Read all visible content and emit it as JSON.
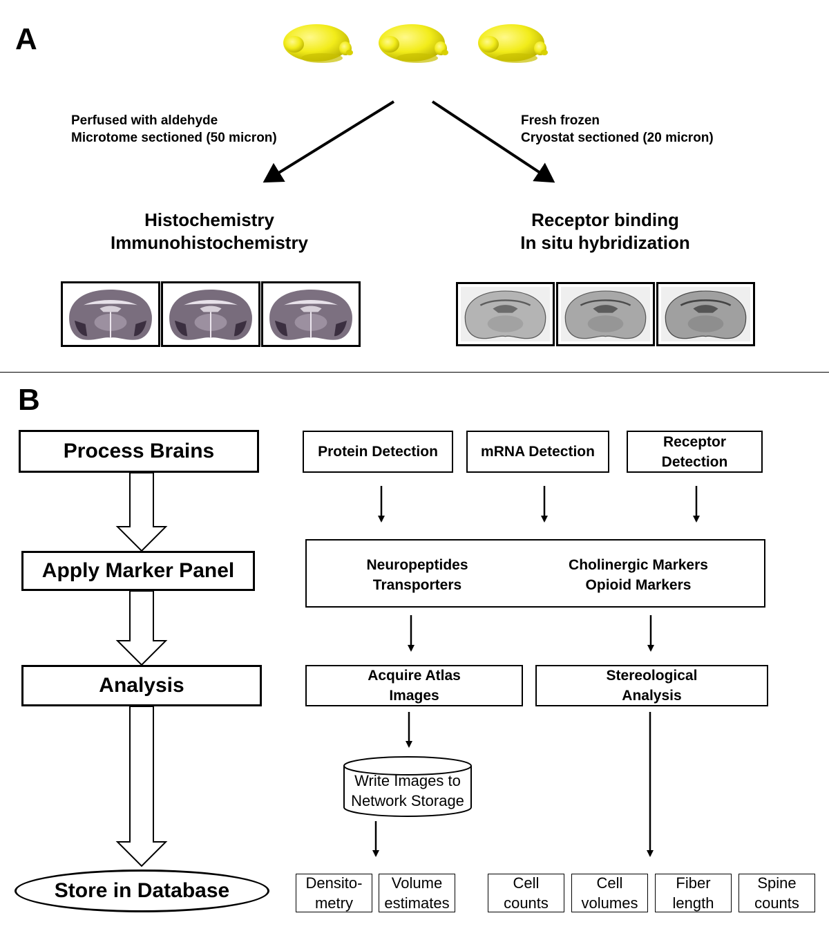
{
  "panel_a": {
    "letter": "A",
    "left_caption": [
      "Perfused with aldehyde",
      "Microtome sectioned (50 micron)"
    ],
    "right_caption": [
      "Fresh frozen",
      "Cryostat sectioned (20 micron)"
    ],
    "left_title": [
      "Histochemistry",
      "Immunohistochemistry"
    ],
    "right_title": [
      "Receptor binding",
      "In situ hybridization"
    ],
    "colors": {
      "brain": "#f2ec1a",
      "brain_shade": "#c9c000",
      "stained_section": "#6e6272",
      "film_section": "#8a8a8a"
    }
  },
  "panel_b": {
    "letter": "B",
    "left_flow": {
      "process_brains": "Process Brains",
      "apply_marker_panel": "Apply Marker Panel",
      "analysis": "Analysis",
      "store_in_database": "Store in Database"
    },
    "detection": {
      "protein": "Protein Detection",
      "mrna": "mRNA Detection",
      "receptor": "Receptor\nDetection"
    },
    "markers": {
      "left": "Neuropeptides\nTransporters",
      "right": "Cholinergic Markers\nOpioid Markers"
    },
    "acquire_atlas_images": "Acquire Atlas\nImages",
    "stereological_analysis": "Stereological\nAnalysis",
    "network_storage": "Write Images to\nNetwork Storage",
    "outputs": {
      "densitometry": "Densito-\nmetry",
      "volume_estimates": "Volume\nestimates",
      "cell_counts": "Cell\ncounts",
      "cell_volumes": "Cell\nvolumes",
      "fiber_length": "Fiber\nlength",
      "spine_counts": "Spine\ncounts"
    }
  }
}
